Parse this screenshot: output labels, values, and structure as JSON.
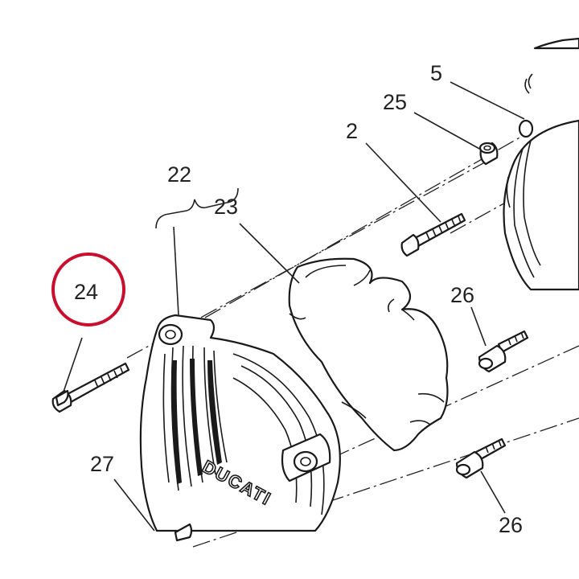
{
  "callouts": {
    "c5": "5",
    "c25": "25",
    "c2": "2",
    "c22": "22",
    "c23": "23",
    "c24": "24",
    "c26_top": "26",
    "c26_bottom": "26",
    "c27": "27"
  },
  "highlight": {
    "part": "24",
    "color": "#c8102e"
  },
  "logo": "DUCATI"
}
